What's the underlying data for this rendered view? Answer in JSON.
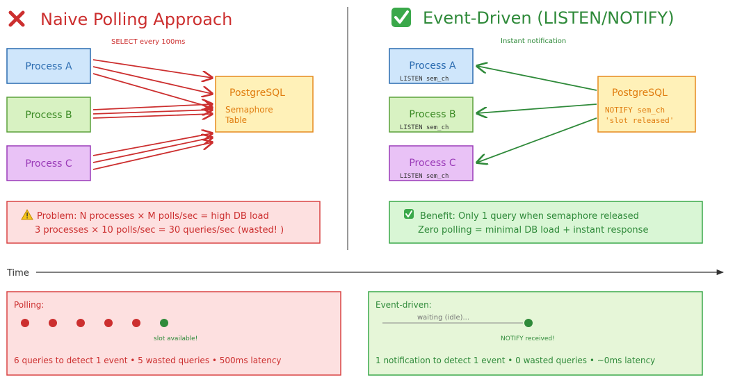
{
  "left": {
    "title_icon": "cross-mark-icon",
    "title": "Naive Polling Approach",
    "subtitle": "SELECT every 100ms",
    "processes": [
      "Process A",
      "Process B",
      "Process C"
    ],
    "db": {
      "title": "PostgreSQL",
      "line1": "Semaphore",
      "line2": "Table"
    },
    "problem": {
      "icon": "warning-icon",
      "line1": "Problem:  N processes × M polls/sec = high DB load",
      "line2": "3 processes × 10 polls/sec = 30 queries/sec (wasted! )"
    }
  },
  "right": {
    "title_icon": "check-mark-icon",
    "title": "Event-Driven (LISTEN/NOTIFY)",
    "subtitle": "Instant notification",
    "processes": [
      "Process A",
      "Process B",
      "Process C"
    ],
    "listen_label": "LISTEN sem_ch",
    "db": {
      "title": "PostgreSQL",
      "line1": "NOTIFY sem_ch",
      "line2": "'slot released'"
    },
    "benefit": {
      "icon": "check-mark-icon",
      "line1": "Benefit: Only 1 query when semaphore released",
      "line2": "Zero polling = minimal DB load + instant response"
    }
  },
  "timeline": {
    "label": "Time",
    "polling": {
      "title": "Polling:",
      "dots": [
        "miss",
        "miss",
        "miss",
        "miss",
        "miss",
        "hit"
      ],
      "hit_label": "slot available!",
      "summary": "6 queries to detect 1 event • 5 wasted queries • 500ms latency"
    },
    "event": {
      "title": "Event-driven:",
      "waiting_label": "waiting (idle)...",
      "received_label": "NOTIFY received!",
      "summary": "1 notification to detect 1 event • 0 wasted queries • ~0ms latency"
    }
  },
  "colors": {
    "red": "#cc2f2f",
    "green": "#2f8a3a",
    "blue_fill": "#cfe6fb",
    "blue_stroke": "#2a6bb0",
    "green_fill": "#d8f2c2",
    "green_stroke": "#5aa13a",
    "purple_fill": "#e9c2f6",
    "purple_stroke": "#9a3bb8",
    "db_fill": "#fff1b8",
    "db_stroke": "#e58a1f",
    "problem_fill": "#fde0e0",
    "benefit_fill": "#d9f6d5"
  }
}
